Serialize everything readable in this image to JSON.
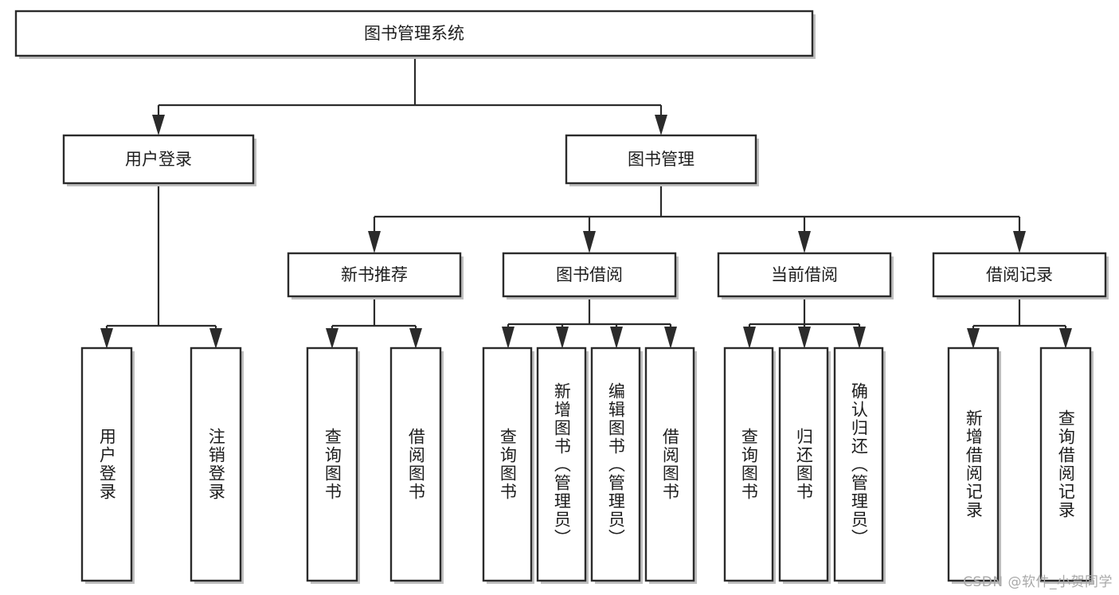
{
  "diagram": {
    "title": "图书管理系统",
    "type": "tree-hierarchy",
    "orientation": "top-down",
    "root": {
      "id": "root",
      "label": "图书管理系统",
      "text_orientation": "horizontal"
    },
    "level2": [
      {
        "id": "user-login",
        "label": "用户登录",
        "text_orientation": "horizontal"
      },
      {
        "id": "book-manage",
        "label": "图书管理",
        "text_orientation": "horizontal"
      }
    ],
    "level3": [
      {
        "id": "new-book-recommend",
        "label": "新书推荐",
        "text_orientation": "horizontal",
        "parent": "book-manage"
      },
      {
        "id": "book-borrow",
        "label": "图书借阅",
        "text_orientation": "horizontal",
        "parent": "book-manage"
      },
      {
        "id": "current-borrow",
        "label": "当前借阅",
        "text_orientation": "horizontal",
        "parent": "book-manage"
      },
      {
        "id": "borrow-record",
        "label": "借阅记录",
        "text_orientation": "horizontal",
        "parent": "book-manage"
      }
    ],
    "leaves": [
      {
        "id": "leaf-user-login",
        "label": "用户登录",
        "text_orientation": "vertical",
        "parent": "user-login"
      },
      {
        "id": "leaf-logout",
        "label": "注销登录",
        "text_orientation": "vertical",
        "parent": "user-login"
      },
      {
        "id": "leaf-query-book-1",
        "label": "查询图书",
        "text_orientation": "vertical",
        "parent": "new-book-recommend"
      },
      {
        "id": "leaf-borrow-book-1",
        "label": "借阅图书",
        "text_orientation": "vertical",
        "parent": "new-book-recommend"
      },
      {
        "id": "leaf-query-book-2",
        "label": "查询图书",
        "text_orientation": "vertical",
        "parent": "book-borrow"
      },
      {
        "id": "leaf-add-book",
        "label": "新增图书（管理员）",
        "text_orientation": "vertical",
        "parent": "book-borrow"
      },
      {
        "id": "leaf-edit-book",
        "label": "编辑图书（管理员）",
        "text_orientation": "vertical",
        "parent": "book-borrow"
      },
      {
        "id": "leaf-borrow-book-2",
        "label": "借阅图书",
        "text_orientation": "vertical",
        "parent": "book-borrow"
      },
      {
        "id": "leaf-query-book-3",
        "label": "查询图书",
        "text_orientation": "vertical",
        "parent": "current-borrow"
      },
      {
        "id": "leaf-return-book",
        "label": "归还图书",
        "text_orientation": "vertical",
        "parent": "current-borrow"
      },
      {
        "id": "leaf-confirm-return",
        "label": "确认归还（管理员）",
        "text_orientation": "vertical",
        "parent": "current-borrow"
      },
      {
        "id": "leaf-add-record",
        "label": "新增借阅记录",
        "text_orientation": "vertical",
        "parent": "borrow-record"
      },
      {
        "id": "leaf-query-record",
        "label": "查询借阅记录",
        "text_orientation": "vertical",
        "parent": "borrow-record"
      }
    ],
    "colors": {
      "box_stroke": "#2b2b2b",
      "box_fill": "#ffffff",
      "connector": "#2b2b2b",
      "background": "#ffffff",
      "watermark": "#a9a9a9"
    }
  },
  "watermark": {
    "text": "CSDN @软件_小贺同学"
  }
}
